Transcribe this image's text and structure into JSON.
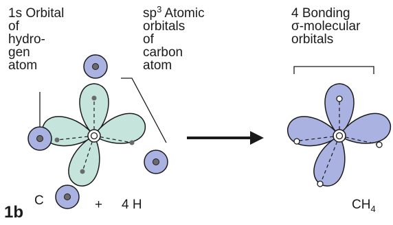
{
  "labels": {
    "hydrogen_orbital": [
      "1s Orbital",
      "of",
      "hydro-",
      "gen",
      "atom"
    ],
    "sp3_prefix": "sp",
    "sp3_superscript": "3",
    "sp3_rest": " Atomic",
    "carbon_orbitals": [
      "orbitals",
      "of",
      "carbon",
      "atom"
    ],
    "bonding": [
      "4 Bonding",
      "σ-molecular",
      "orbitals"
    ],
    "carbon_symbol": "C",
    "plus": "+",
    "four_h": "4 H",
    "methane_base": "CH",
    "methane_sub": "4",
    "figure_id": "1b"
  },
  "colors": {
    "hydrogen_fill": "#aab2e2",
    "sp3_fill": "#c4e4dc",
    "bonding_fill": "#aab2e2",
    "stroke": "#1a1a1a"
  }
}
